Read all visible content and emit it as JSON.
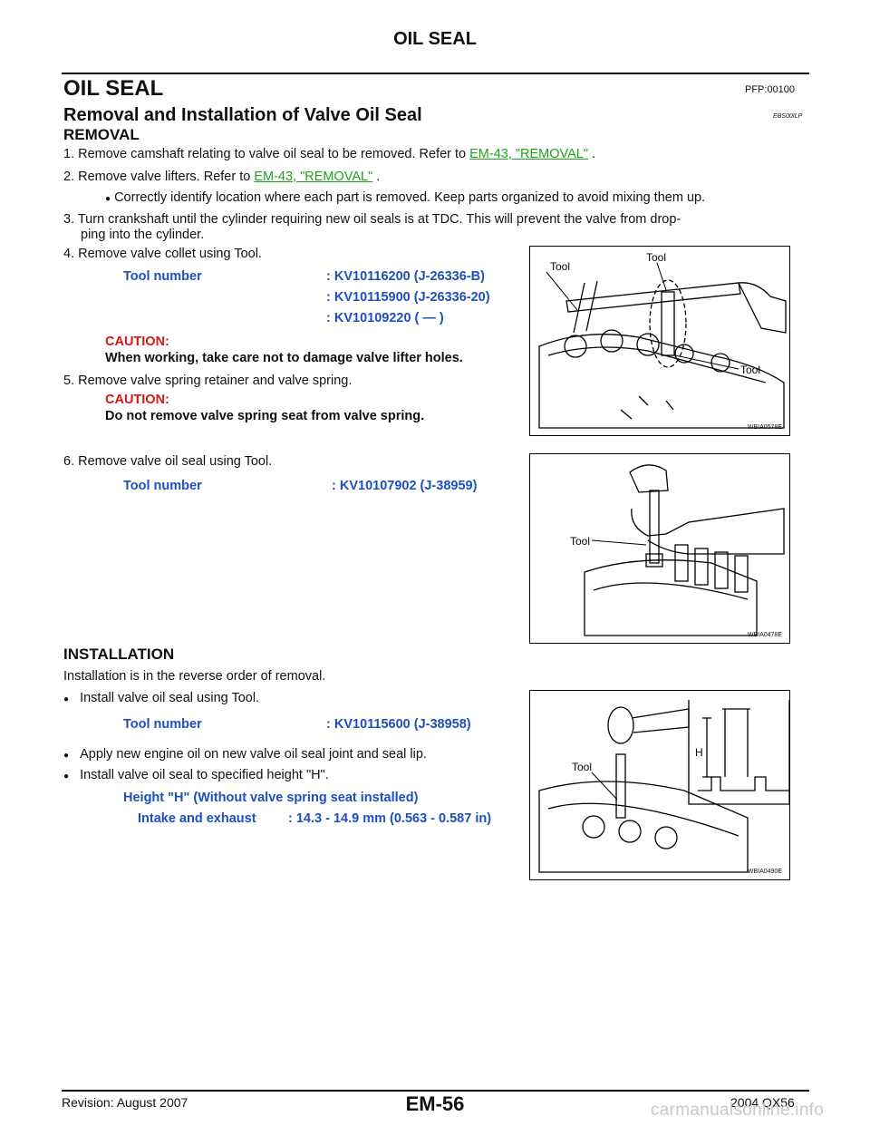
{
  "header": {
    "title": "OIL SEAL"
  },
  "section": {
    "title": "OIL SEAL",
    "code": "PFP:00100",
    "subtitle": "Removal and Installation of Valve Oil Seal",
    "subtitle_code": "EBS00ILP"
  },
  "removal": {
    "heading": "REMOVAL",
    "step1_text": "1. Remove camshaft relating to valve oil seal to be removed. Refer to",
    "step1_link": "EM-43, \"REMOVAL\"",
    "step1_end": ".",
    "step2_text": "2. Remove valve lifters. Refer to",
    "step2_link": "EM-43, \"REMOVAL\"",
    "step2_end": ".",
    "step2_bullet": "Correctly identify location where each part is removed. Keep parts organized to avoid mixing them up.",
    "step3_line1": "3. Turn crankshaft until the cylinder requiring new oil seals is at TDC. This will prevent the valve from drop-",
    "step3_line2": "ping into the cylinder.",
    "step4_text": "4. Remove valve collet using Tool.",
    "tool_label": "Tool number",
    "step4_tool1": ": KV10116200 (J-26336-B)",
    "step4_tool2": ": KV10115900 (J-26336-20)",
    "step4_tool3": ": KV10109220 (    —    )",
    "caution_label": "CAUTION:",
    "step4_caution": "When working, take care not to damage valve lifter holes.",
    "step5_text": "5. Remove valve spring retainer and valve spring.",
    "step5_caution": "Do not remove valve spring seat from valve spring.",
    "step6_text": "6. Remove valve oil seal using Tool.",
    "step6_tool": ": KV10107902 (J-38959)"
  },
  "installation": {
    "heading": "INSTALLATION",
    "intro": "Installation is in the reverse order of removal.",
    "bullet1": "Install valve oil seal using Tool.",
    "tool_label": "Tool number",
    "tool": ": KV10115600 (J-38958)",
    "bullet2": "Apply new engine oil on new valve oil seal joint and seal lip.",
    "bullet3": "Install valve oil seal to specified height \"H\".",
    "height_title": "Height \"H\" (Without valve spring seat installed)",
    "height_label": "Intake and exhaust",
    "height_value": ": 14.3 - 14.9 mm (0.563 - 0.587 in)"
  },
  "figures": {
    "fig1": {
      "code": "WBIA0578E",
      "label_tool": "Tool"
    },
    "fig2": {
      "code": "WBIA0478E",
      "label_tool": "Tool"
    },
    "fig3": {
      "code": "WBIA0490E",
      "label_tool": "Tool",
      "label_h": "H"
    }
  },
  "footer": {
    "revision": "Revision: August 2007",
    "page": "EM-56",
    "model": "2004 QX56",
    "watermark": "carmanualsonline.info"
  }
}
